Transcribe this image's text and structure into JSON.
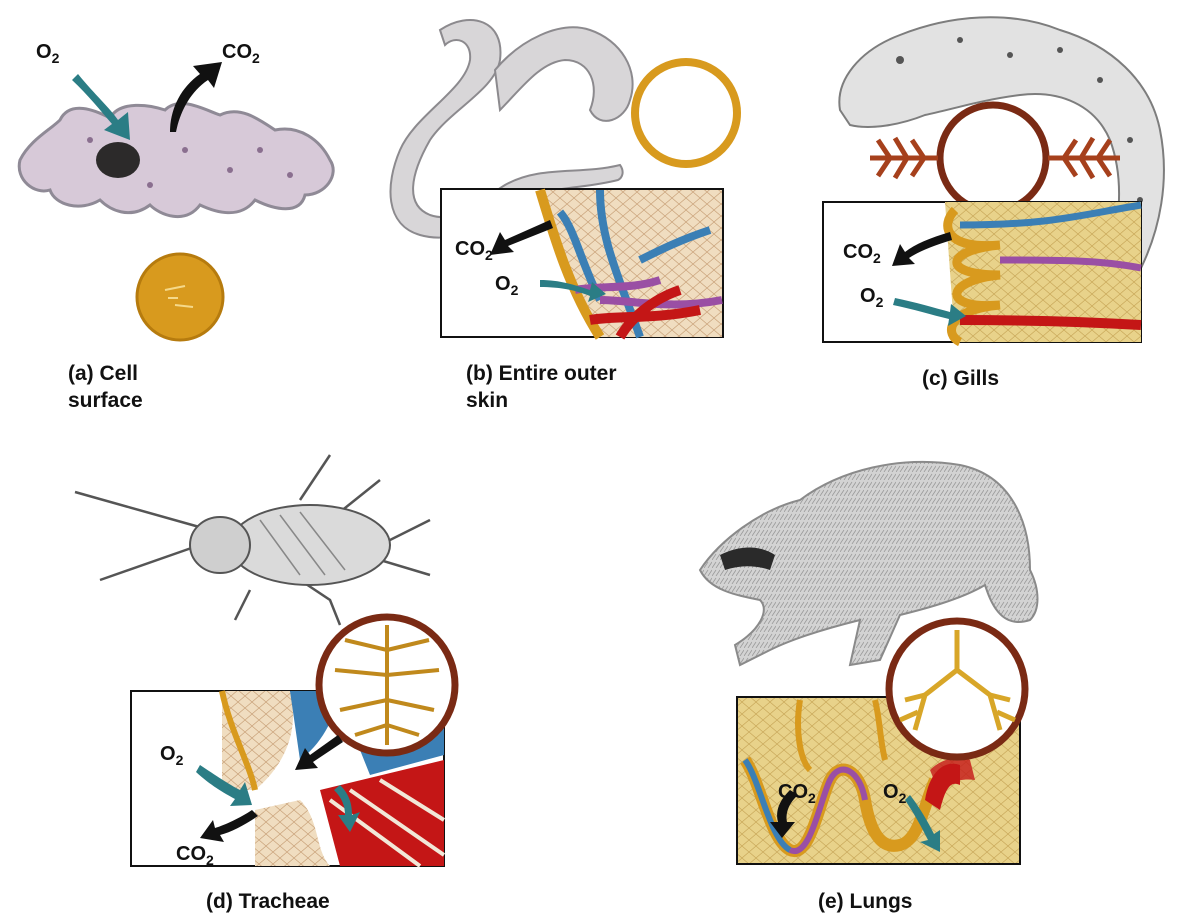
{
  "gas": {
    "o2": "O",
    "co2": "CO",
    "sub": "2"
  },
  "panels": {
    "a": {
      "caption_line1": "(a) Cell",
      "caption_line2": "surface"
    },
    "b": {
      "caption_line1": "(b) Entire outer",
      "caption_line2": "skin"
    },
    "c": {
      "caption": "(c) Gills"
    },
    "d": {
      "caption": "(d) Tracheae"
    },
    "e": {
      "caption": "(e) Lungs"
    }
  },
  "colors": {
    "cell_body": "#d7c9d8",
    "cell_outline": "#8f8a96",
    "nucleus": "#2c2a2a",
    "gold": "#d89a1e",
    "ring_brown": "#7a2a14",
    "tissue": "#e6cf86",
    "blood_red": "#c41616",
    "blood_blue": "#3b7fb5",
    "vessel_purple": "#9a4fa4",
    "arrow_teal": "#2b7d85",
    "arrow_black": "#111111",
    "animal_grey": "#c9c9c9"
  }
}
